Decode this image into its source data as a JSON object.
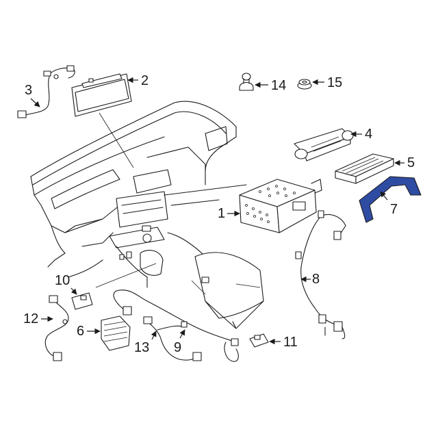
{
  "diagram": {
    "highlight_color": "#2f4ca3",
    "line_color": "#1a1a1a",
    "background": "#ffffff",
    "callouts": [
      {
        "id": "1",
        "label": "1"
      },
      {
        "id": "2",
        "label": "2"
      },
      {
        "id": "3",
        "label": "3"
      },
      {
        "id": "4",
        "label": "4"
      },
      {
        "id": "5",
        "label": "5"
      },
      {
        "id": "6",
        "label": "6"
      },
      {
        "id": "7",
        "label": "7"
      },
      {
        "id": "8",
        "label": "8"
      },
      {
        "id": "9",
        "label": "9"
      },
      {
        "id": "10",
        "label": "10"
      },
      {
        "id": "11",
        "label": "11"
      },
      {
        "id": "12",
        "label": "12"
      },
      {
        "id": "13",
        "label": "13"
      },
      {
        "id": "14",
        "label": "14"
      },
      {
        "id": "15",
        "label": "15"
      }
    ]
  }
}
